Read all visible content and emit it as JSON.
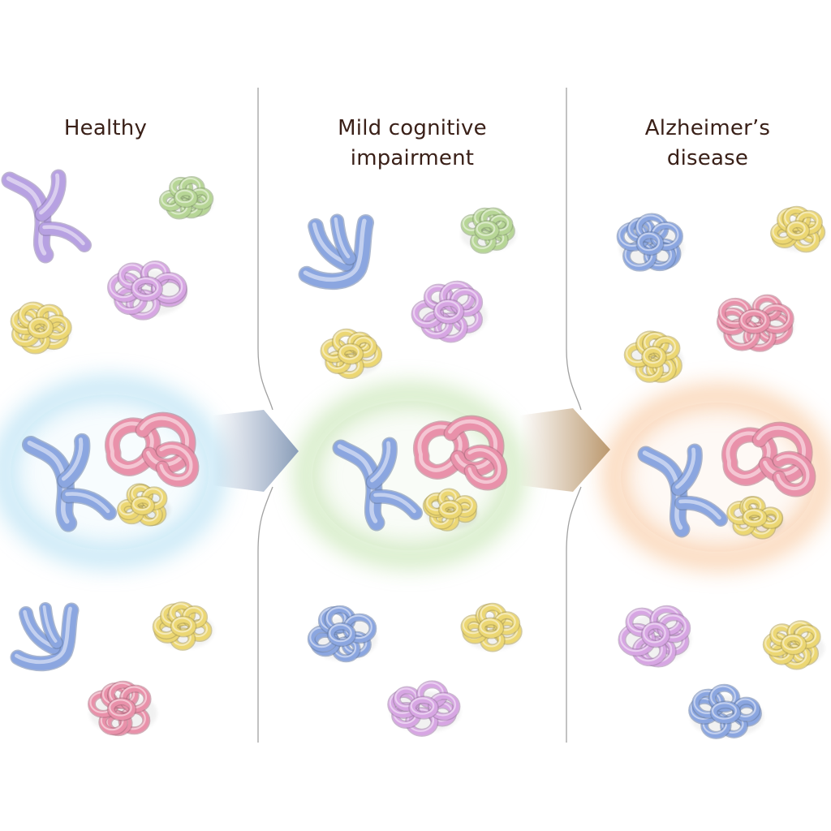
{
  "panels": [
    {
      "id": "healthy",
      "title_lines": [
        "Healthy"
      ],
      "glow_color": "#8fd0ee"
    },
    {
      "id": "mci",
      "title_lines": [
        "Mild cognitive",
        "impairment"
      ],
      "glow_color": "#a9d88a"
    },
    {
      "id": "alzheimers",
      "title_lines": [
        "Alzheimer’s",
        "disease"
      ],
      "glow_color": "#f6ad6e"
    }
  ],
  "arrows": [
    {
      "from": "healthy",
      "to": "mci",
      "color": "#7f94b4"
    },
    {
      "from": "mci",
      "to": "alzheimers",
      "color": "#b8956a"
    }
  ],
  "colors": {
    "title_text": "#3a2018",
    "divider": "#8a8a8a",
    "protein_purple": "#b7a1e2",
    "protein_blue": "#8ba6e0",
    "protein_green": "#b7d696",
    "protein_yellow": "#ecd773",
    "protein_pink": "#e991aa",
    "protein_lavender": "#d7a6e3"
  }
}
